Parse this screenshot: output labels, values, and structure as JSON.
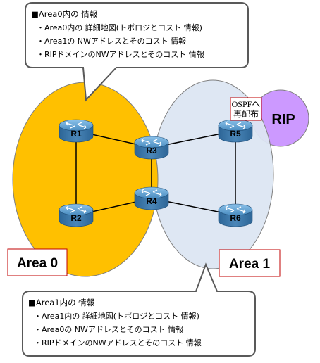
{
  "callout_top": {
    "heading": "■Area0内の 情報",
    "lines": [
      "・Area0内の 詳細地図(トポロジとコスト 情報)",
      "・Area1の NWアドレスとそのコスト 情報",
      "・RIPドメインのNWアドレスとそのコスト 情報"
    ]
  },
  "callout_bottom": {
    "heading": "■Area1内の 情報",
    "lines": [
      "・Area1内の 詳細地図(トポロジとコスト 情報)",
      "・Area0の NWアドレスとそのコスト 情報",
      "・RIPドメインのNWアドレスとそのコスト 情報"
    ]
  },
  "areas": {
    "area0": {
      "label": "Area 0",
      "color": "#ffc000"
    },
    "area1": {
      "label": "Area 1",
      "color": "#dce6f2"
    },
    "rip": {
      "label": "RIP",
      "color": "#cc99ff"
    }
  },
  "redistribute_note": {
    "line1": "OSPFへ",
    "line2": "再配布"
  },
  "routers": [
    {
      "id": "r1",
      "label": "R1"
    },
    {
      "id": "r2",
      "label": "R2"
    },
    {
      "id": "r3",
      "label": "R3"
    },
    {
      "id": "r4",
      "label": "R4"
    },
    {
      "id": "r5",
      "label": "R5"
    },
    {
      "id": "r6",
      "label": "R6"
    }
  ],
  "links": [
    [
      "r1",
      "r2"
    ],
    [
      "r1",
      "r3"
    ],
    [
      "r2",
      "r4"
    ],
    [
      "r3",
      "r4"
    ],
    [
      "r3",
      "r5"
    ],
    [
      "r4",
      "r6"
    ],
    [
      "r5",
      "r6"
    ]
  ],
  "colors": {
    "router_body": "#3b78a8",
    "router_top": "#5fa2d4",
    "link": "#000000",
    "callout_border": "#595959",
    "label_box_border": "#c00000"
  }
}
